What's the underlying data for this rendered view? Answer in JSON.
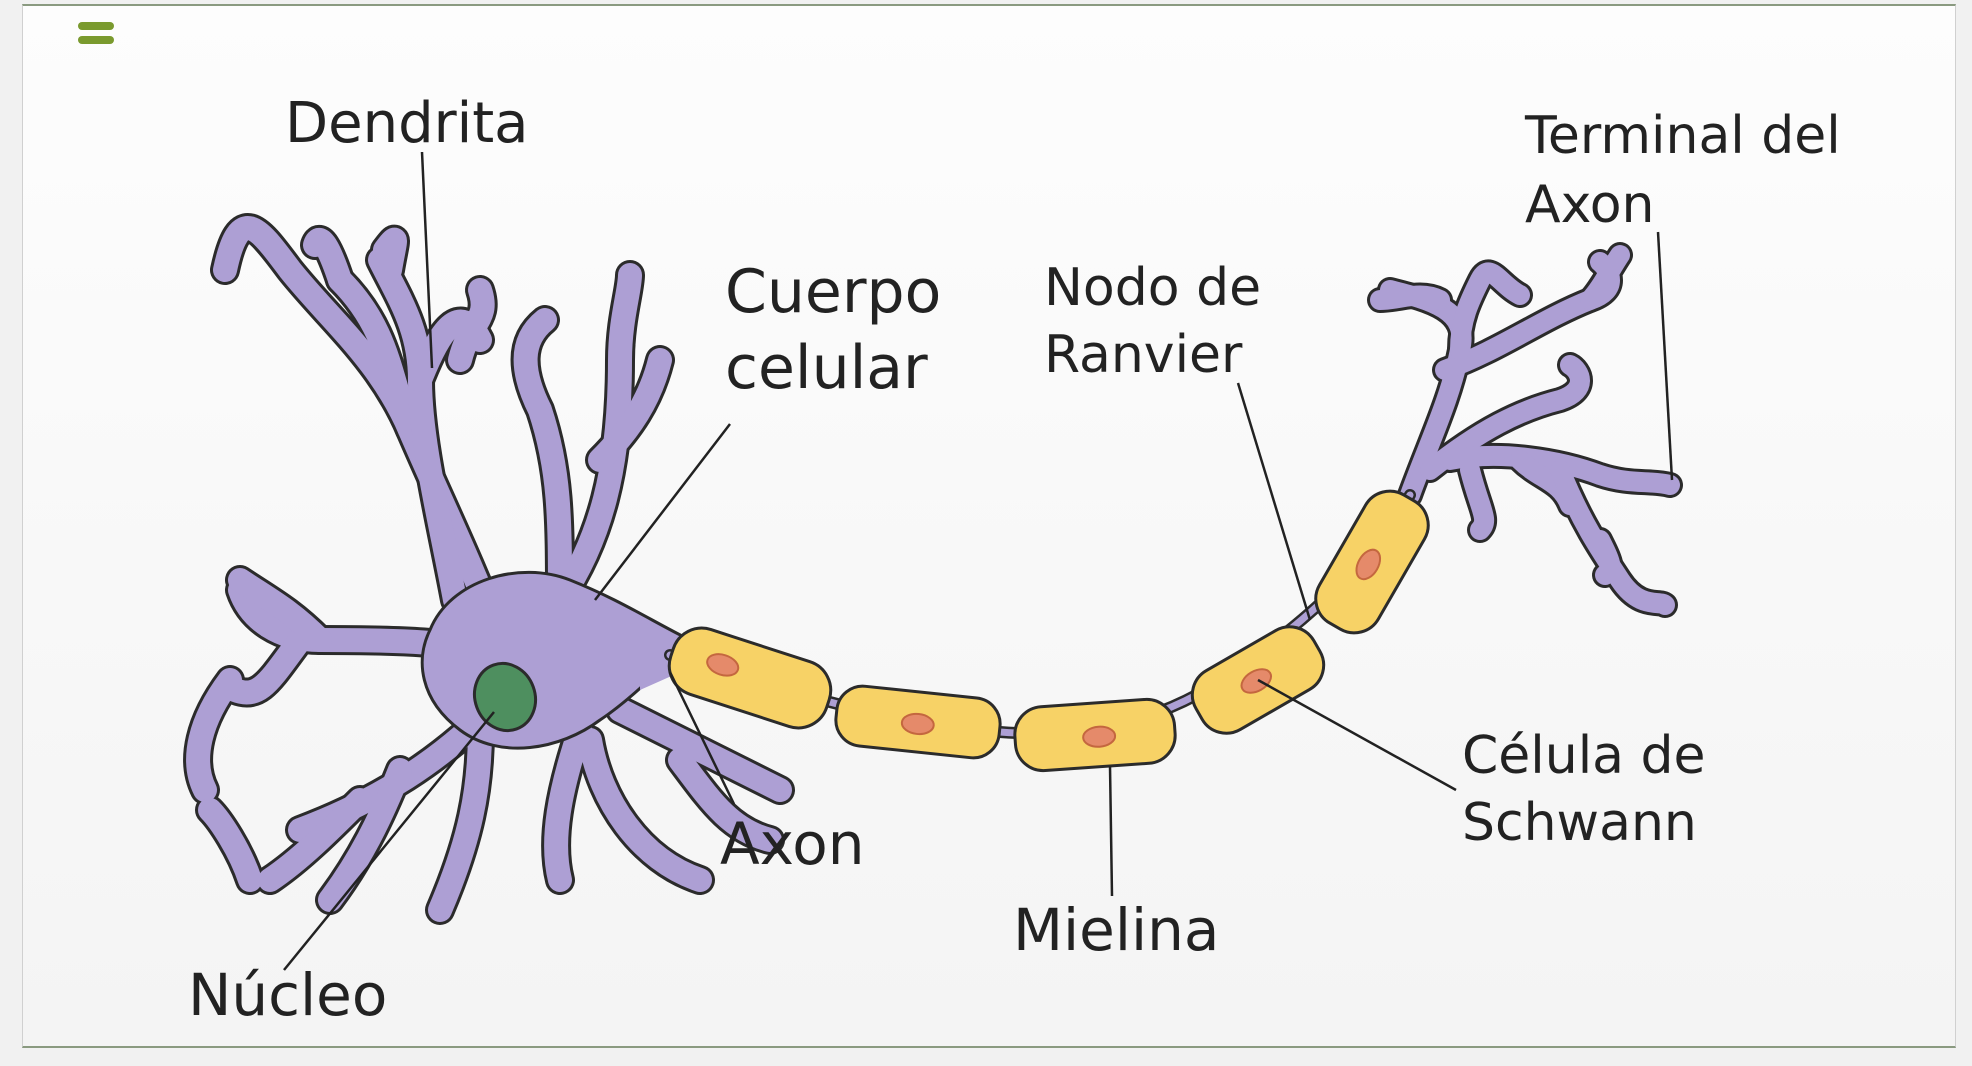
{
  "colors": {
    "neuron": "#ad9fd4",
    "outline": "#2b2b2b",
    "myelin": "#f7d266",
    "schwann_nucleus": "#e58a6a",
    "nucleus": "#4e8f5f",
    "menu_icon": "#7a9a2e"
  },
  "ui": {
    "menu_icon": "hamburger-menu-icon"
  },
  "labels": {
    "dendrita": "Dendrita",
    "terminal_l1": "Terminal del",
    "terminal_l2": "Axon",
    "cuerpo_l1": "Cuerpo",
    "cuerpo_l2": "celular",
    "nodo_l1": "Nodo de",
    "nodo_l2": "Ranvier",
    "axon": "Axon",
    "mielina": "Mielina",
    "celula_l1": "Célula de",
    "celula_l2": "Schwann",
    "nucleo": "Núcleo"
  }
}
